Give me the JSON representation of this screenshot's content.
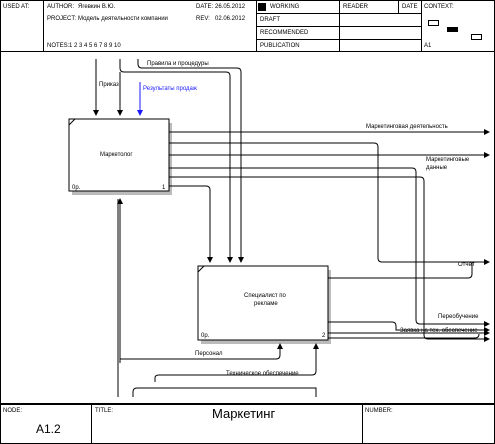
{
  "header": {
    "used_at_label": "USED AT:",
    "author_label": "AUTHOR:",
    "author": "Ягевкин В.Ю.",
    "project_label": "PROJECT:",
    "project": "Модель деятельности компании",
    "date_label": "DATE:",
    "date": "26.05.2012",
    "rev_label": "REV:",
    "rev": "02.06.2012",
    "notes_label": "NOTES:",
    "notes": "1 2 3 4 5 6 7 8 9 10",
    "status": [
      "WORKING",
      "DRAFT",
      "RECOMMENDED",
      "PUBLICATION"
    ],
    "reader_label": "READER",
    "reader_date_label": "DATE",
    "context_label": "CONTEXT:",
    "context_node": "A1"
  },
  "diagram": {
    "box1": {
      "name": "Маркетолог",
      "cost": "0р.",
      "number": "1"
    },
    "box2": {
      "name_line1": "Специалист по",
      "name_line2": "рекламе",
      "cost": "0р.",
      "number": "2"
    },
    "arrows": {
      "rules": "Правила и процедуры",
      "order": "Приказ",
      "sales_results": "Результаты продаж",
      "marketing_activity": "Маркетинговая деятельность",
      "marketing_data_1": "Маркетинговые",
      "marketing_data_2": "данные",
      "report": "Отчёт",
      "retraining": "Переобучение",
      "tech_request": "Заявка на тех. обеспечение",
      "personnel": "Персонал",
      "tech_support": "Техническое обеспечение"
    }
  },
  "footer": {
    "node_label": "NODE:",
    "node": "A1.2",
    "title_label": "TITLE:",
    "title": "Маркетинг",
    "number_label": "NUMBER:"
  },
  "colors": {
    "sales_results": "#1a1aff",
    "line": "#000000"
  }
}
